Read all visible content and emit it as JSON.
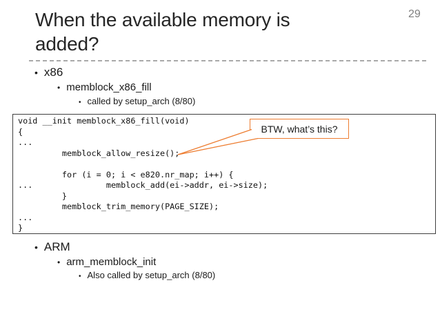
{
  "slide": {
    "page_number": "29",
    "title": "When the available memory is added?",
    "bullets_top": [
      {
        "level": 1,
        "text": "x86"
      },
      {
        "level": 2,
        "text": "memblock_x86_fill"
      },
      {
        "level": 3,
        "text": "called by setup_arch (8/80)"
      }
    ],
    "code": "void __init memblock_x86_fill(void)\n{\n...\n         memblock_allow_resize();\n\n         for (i = 0; i < e820.nr_map; i++) {\n...               memblock_add(ei->addr, ei->size);\n         }\n         memblock_trim_memory(PAGE_SIZE);\n...\n}",
    "callout": {
      "text": "BTW, what’s this?"
    },
    "bullets_bottom": [
      {
        "level": 1,
        "text": "ARM"
      },
      {
        "level": 2,
        "text": "arm_memblock_init"
      },
      {
        "level": 3,
        "text": "Also called by setup_arch (8/80)"
      }
    ]
  },
  "glyphs": {
    "bullet": "•"
  },
  "colors": {
    "accent_orange": "#ED7D31",
    "code_border_gray": "#3f3f3f",
    "underline_gray": "#a9a9a9",
    "page_number_gray": "#7f7f7f",
    "text_black": "#1a1a1a"
  }
}
